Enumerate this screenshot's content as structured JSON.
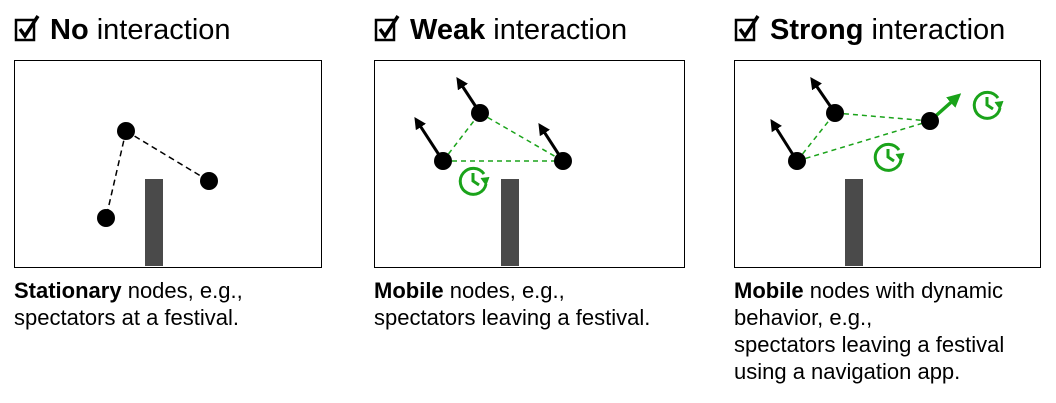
{
  "panels": [
    {
      "title_bold": "No",
      "title_rest": " interaction",
      "caption_bold": "Stationary",
      "caption_rest": " nodes, e.g.,",
      "caption_lines": [
        "spectators at a festival."
      ]
    },
    {
      "title_bold": "Weak",
      "title_rest": " interaction",
      "caption_bold": "Mobile",
      "caption_rest": " nodes, e.g.,",
      "caption_lines": [
        "spectators leaving a festival."
      ]
    },
    {
      "title_bold": "Strong",
      "title_rest": " interaction",
      "caption_bold": "Mobile",
      "caption_rest": " nodes with dynamic",
      "caption_lines": [
        "behavior, e.g.,",
        "spectators leaving a festival",
        "using a navigation app."
      ]
    }
  ],
  "icons": {
    "checkbox": "checked-box-icon",
    "clock": "clock-icon",
    "arrow": "movement-arrow-icon"
  },
  "colors": {
    "accent_green": "#1aa31a",
    "obstacle": "#4a4a4a",
    "node": "#000000"
  }
}
